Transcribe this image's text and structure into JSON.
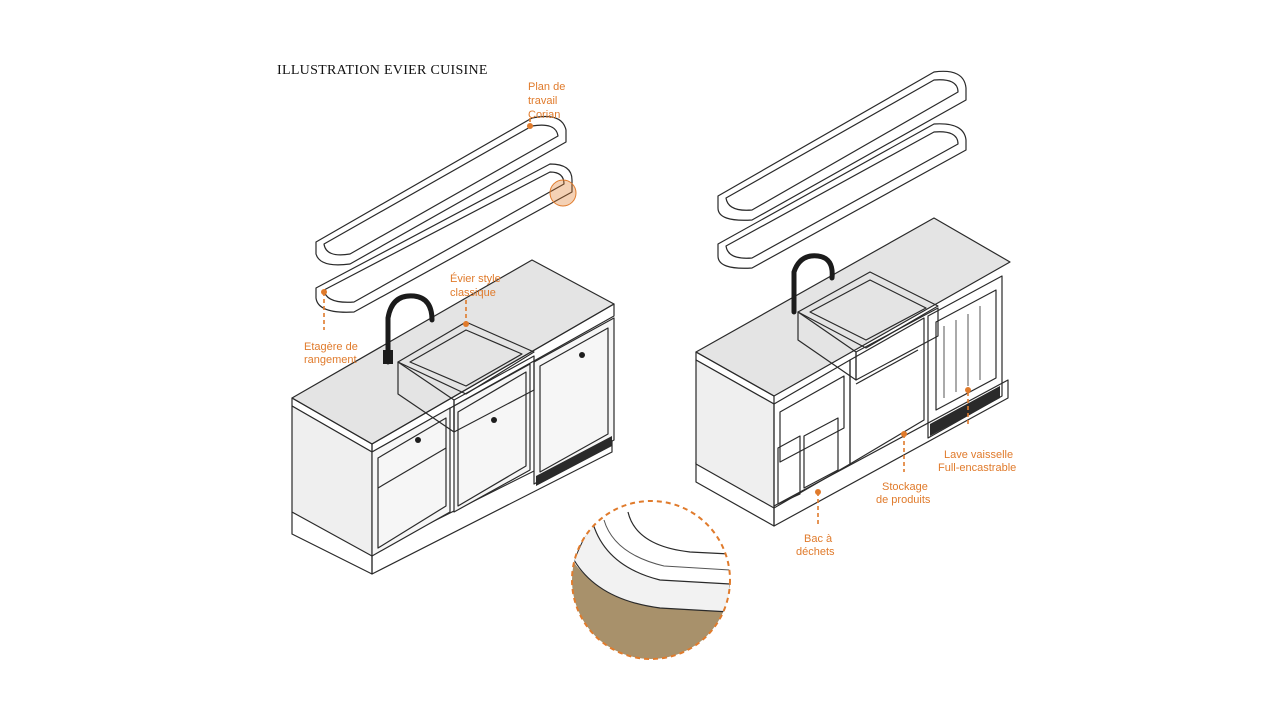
{
  "title": "ILLUSTRATION  EVIER CUISINE",
  "labels": {
    "plan_de_travail": [
      "Plan de",
      "travail",
      "Corian"
    ],
    "evier": [
      "Évier style",
      "classique"
    ],
    "etagere": [
      "Etagère de",
      "rangement"
    ],
    "lave_vaisselle": [
      "Lave vaisselle",
      "Full-encastrable"
    ],
    "stockage": [
      "Stockage",
      "de produits"
    ],
    "bac": [
      "Bac à",
      "déchets"
    ]
  },
  "colors": {
    "accent": "#e07b2c",
    "line": "#2a2a2a",
    "surface": "#e4e4e4",
    "detail_fill": "#a8916b"
  }
}
